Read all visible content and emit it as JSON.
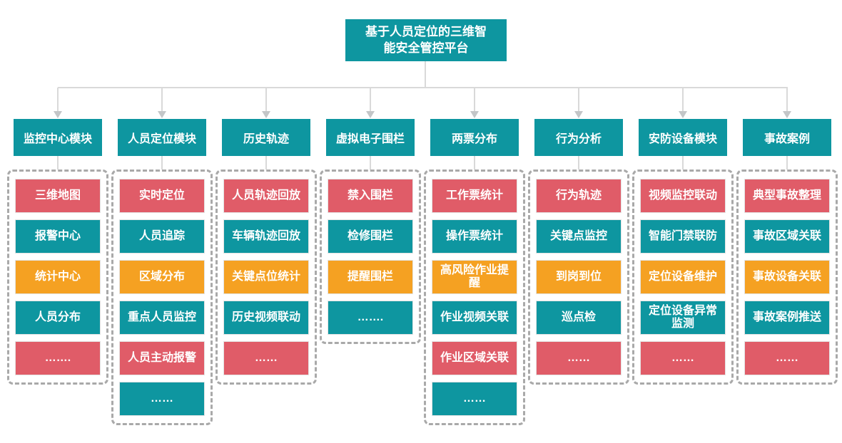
{
  "palette": {
    "teal": "#0E96A0",
    "red": "#E05C68",
    "orange": "#F5A122",
    "line": "#D9D9D9",
    "arrow": "#C3C6C8",
    "dash": "#A9A9A9"
  },
  "root": {
    "title": "基于人员定位的三维智\n能安全管控平台"
  },
  "columns": [
    {
      "header": "监控中心模块",
      "items": [
        {
          "label": "三维地图",
          "color": "red"
        },
        {
          "label": "报警中心",
          "color": "teal"
        },
        {
          "label": "统计中心",
          "color": "orange"
        },
        {
          "label": "人员分布",
          "color": "teal"
        },
        {
          "label": "…….",
          "color": "red"
        }
      ]
    },
    {
      "header": "人员定位模块",
      "items": [
        {
          "label": "实时定位",
          "color": "red"
        },
        {
          "label": "人员追踪",
          "color": "teal"
        },
        {
          "label": "区域分布",
          "color": "orange"
        },
        {
          "label": "重点人员监控",
          "color": "teal"
        },
        {
          "label": "人员主动报警",
          "color": "red"
        },
        {
          "label": "……",
          "color": "teal"
        }
      ]
    },
    {
      "header": "历史轨迹",
      "items": [
        {
          "label": "人员轨迹回放",
          "color": "red"
        },
        {
          "label": "车辆轨迹回放",
          "color": "teal"
        },
        {
          "label": "关键点位统计",
          "color": "orange"
        },
        {
          "label": "历史视频联动",
          "color": "teal"
        },
        {
          "label": "……",
          "color": "red"
        }
      ]
    },
    {
      "header": "虚拟电子围栏",
      "items": [
        {
          "label": "禁入围栏",
          "color": "red"
        },
        {
          "label": "检修围栏",
          "color": "teal"
        },
        {
          "label": "提醒围栏",
          "color": "orange"
        },
        {
          "label": "…….",
          "color": "teal"
        }
      ]
    },
    {
      "header": "两票分布",
      "items": [
        {
          "label": "工作票统计",
          "color": "red"
        },
        {
          "label": "操作票统计",
          "color": "teal"
        },
        {
          "label": "高风险作业提\n醒",
          "color": "orange"
        },
        {
          "label": "作业视频关联",
          "color": "teal"
        },
        {
          "label": "作业区域关联",
          "color": "red"
        },
        {
          "label": "……",
          "color": "teal"
        }
      ]
    },
    {
      "header": "行为分析",
      "items": [
        {
          "label": "行为轨迹",
          "color": "red"
        },
        {
          "label": "关键点监控",
          "color": "teal"
        },
        {
          "label": "到岗到位",
          "color": "orange"
        },
        {
          "label": "巡点检",
          "color": "teal"
        },
        {
          "label": "……",
          "color": "red"
        }
      ]
    },
    {
      "header": "安防设备模块",
      "items": [
        {
          "label": "视频监控联动",
          "color": "red"
        },
        {
          "label": "智能门禁联防",
          "color": "teal"
        },
        {
          "label": "定位设备维护",
          "color": "orange"
        },
        {
          "label": "定位设备异常\n监测",
          "color": "teal"
        },
        {
          "label": "……",
          "color": "red"
        }
      ]
    },
    {
      "header": "事故案例",
      "items": [
        {
          "label": "典型事故整理",
          "color": "red"
        },
        {
          "label": "事故区域关联",
          "color": "teal"
        },
        {
          "label": "事故设备关联",
          "color": "orange"
        },
        {
          "label": "事故案例推送",
          "color": "teal"
        },
        {
          "label": "……",
          "color": "red"
        }
      ]
    }
  ]
}
